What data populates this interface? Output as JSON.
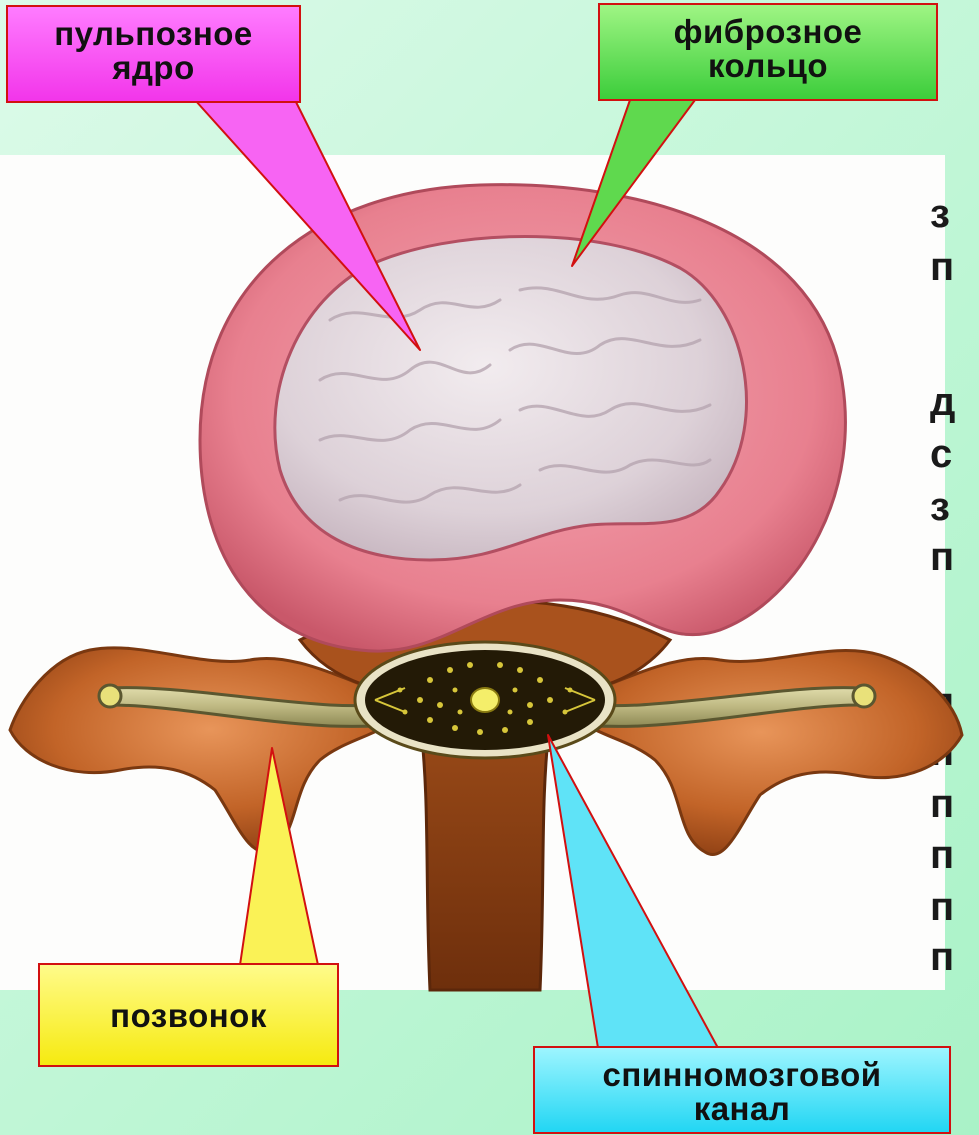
{
  "labels": {
    "nucleus_line1": "пульпозное",
    "nucleus_line2": "ядро",
    "annulus_line1": "фиброзное",
    "annulus_line2": "кольцо",
    "vertebra": "позвонок",
    "canal_line1": "спинномозговой",
    "canal_line2": "канал"
  },
  "cropped_side_letters": [
    "з",
    "п",
    "д",
    "с",
    "з",
    "п",
    "п",
    "п",
    "п",
    "п",
    "п",
    "п"
  ],
  "colors": {
    "nucleus_callout": "#f235ea",
    "annulus_callout": "#3ccd3b",
    "vertebra_callout": "#f6ea10",
    "canal_callout": "#22d6f3",
    "callout_border": "#d21010",
    "disc_ring": "#e87f8e",
    "nucleus": "#e6dde2",
    "bone": "#b9581e",
    "nerve": "#bfbd85"
  }
}
